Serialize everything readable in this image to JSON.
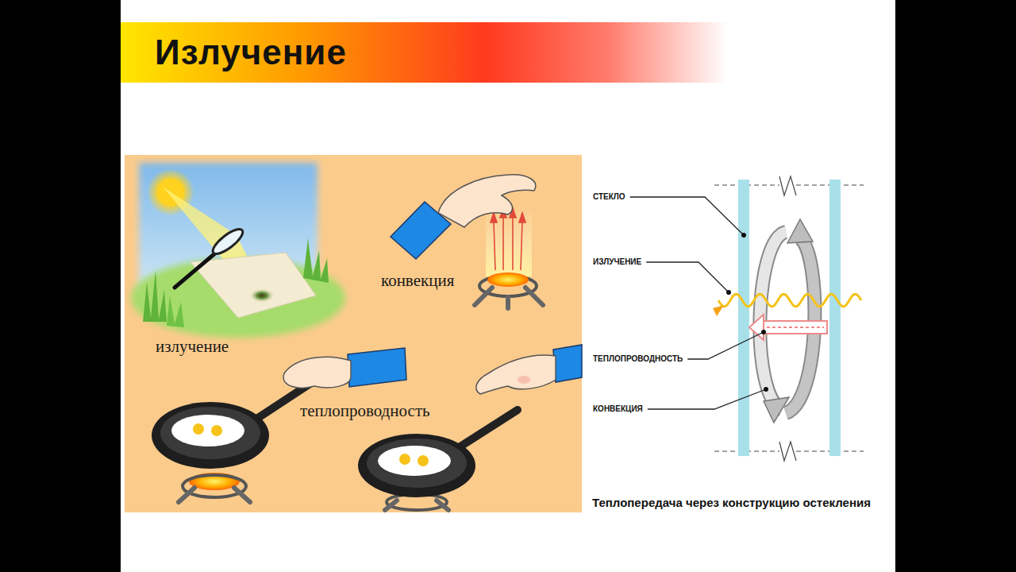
{
  "diagram": {
    "title": "Излучение",
    "caption": "Теплопередача через конструкцию остекления",
    "labels": [
      "излучение",
      "конвекция",
      "теплопроводность",
      "СТЕКЛО",
      "ИЗЛУЧЕНИЕ",
      "ТЕПЛОПРОВОДНОСТЬ",
      "КОНВЕКЦИЯ"
    ]
  }
}
